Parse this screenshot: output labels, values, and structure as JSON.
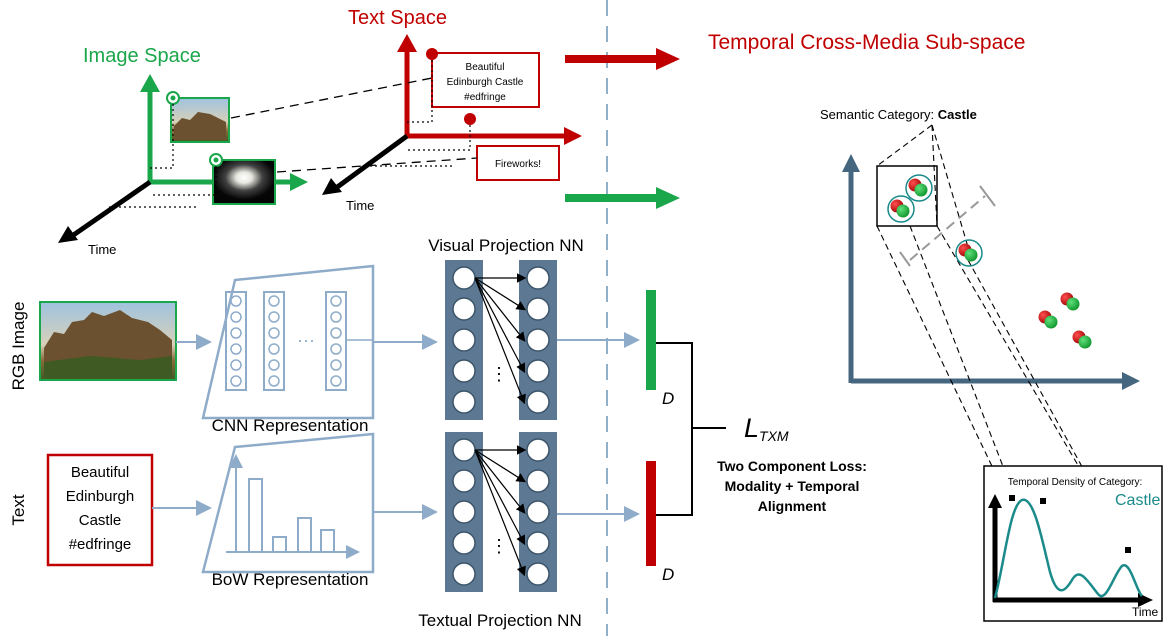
{
  "colors": {
    "green": "#1aa64a",
    "red": "#c00000",
    "blue_gray": "#8eacc9",
    "dark_node": "#5c7892",
    "axis_blue": "#44667f",
    "teal": "#1a8a8a",
    "dash_blue": "#8fb0c8"
  },
  "spaces": {
    "image_space": "Image Space",
    "text_space": "Text Space",
    "time_label": "Time",
    "tweet_1": [
      "Beautiful",
      "Edinburgh Castle",
      "#edfringe"
    ],
    "tweet_2": "Fireworks!"
  },
  "pipeline": {
    "rgb_image_label": "RGB Image",
    "text_label": "Text",
    "cnn_label": "CNN Representation",
    "bow_label": "BoW Representation",
    "visual_nn_label": "Visual Projection NN",
    "textual_nn_label": "Textual Projection NN",
    "ellipsis": "···",
    "vdots": "⋮",
    "d_label": "D",
    "text_box_lines": [
      "Beautiful",
      "Edinburgh",
      "Castle",
      "#edfringe"
    ]
  },
  "loss": {
    "symbol": "L",
    "subscript": "TXM",
    "description_lines": [
      "Two Component Loss:",
      "Modality + Temporal",
      "Alignment"
    ]
  },
  "subspace": {
    "title": "Temporal Cross-Media Sub-space",
    "category_prefix": "Semantic Category: ",
    "category_name": "Castle"
  },
  "density": {
    "title": "Temporal Density of Category:",
    "category": "Castle",
    "x_label": "Time"
  }
}
